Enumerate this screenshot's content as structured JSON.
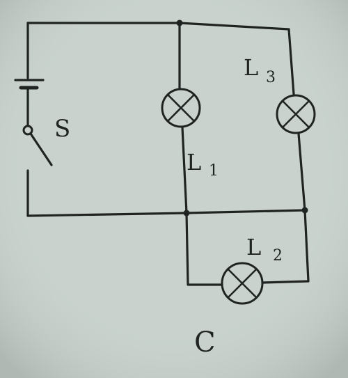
{
  "labels": {
    "switch": "S",
    "lamp1_letter": "L",
    "lamp1_sub": "1",
    "lamp2_letter": "L",
    "lamp2_sub": "2",
    "lamp3_letter": "L",
    "lamp3_sub": "3",
    "figure": "C"
  },
  "colors": {
    "paper": "#c9d2cd",
    "ink": "#1f2321"
  }
}
